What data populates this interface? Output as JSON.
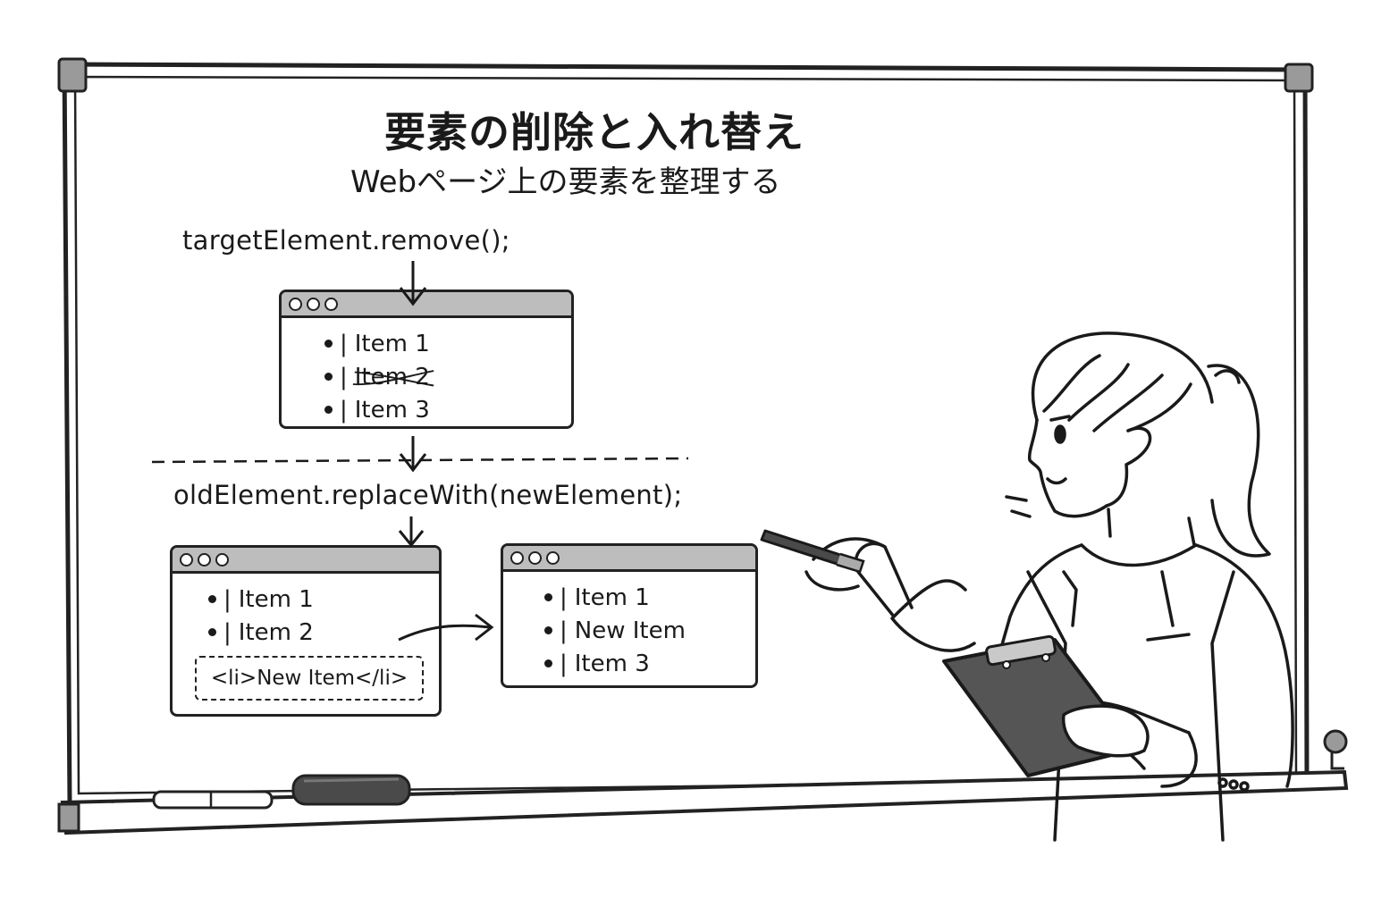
{
  "whiteboard": {
    "title": "要素の削除と入れ替え",
    "subtitle": "Webページ上の要素を整理する"
  },
  "remove_section": {
    "code": "targetElement.remove();",
    "window": {
      "items": [
        {
          "label": "Item 1",
          "struck": false
        },
        {
          "label": "Item 2",
          "struck": true
        },
        {
          "label": "Item 3",
          "struck": false
        }
      ]
    }
  },
  "replace_section": {
    "code": "oldElement.replaceWith(newElement);",
    "before_window": {
      "items": [
        {
          "label": "Item 1"
        },
        {
          "label": "Item 2"
        }
      ],
      "new_element_code": "<li>New Item</li>"
    },
    "after_window": {
      "items": [
        {
          "label": "Item 1"
        },
        {
          "label": "New Item"
        },
        {
          "label": "Item 3"
        }
      ]
    }
  },
  "colors": {
    "ink": "#1a1a1a",
    "title_bar": "#bdbdbd",
    "eraser": "#4a4a4a",
    "clipboard": "#555555"
  },
  "icons": [
    "window-dots-icon",
    "down-arrow-icon",
    "right-arrow-icon",
    "pen-icon",
    "marker-icon",
    "eraser-icon",
    "clipboard-icon"
  ]
}
